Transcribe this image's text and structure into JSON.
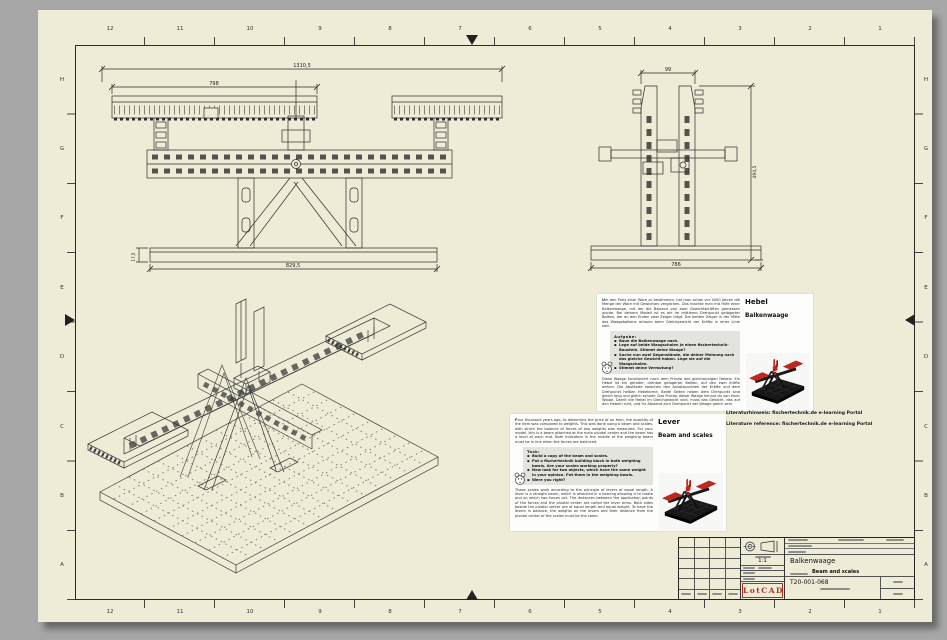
{
  "sheet": {
    "grid_columns": [
      "12",
      "11",
      "10",
      "9",
      "8",
      "7",
      "6",
      "5",
      "4",
      "3",
      "2",
      "1"
    ],
    "grid_rows": [
      "H",
      "G",
      "F",
      "E",
      "D",
      "C",
      "B",
      "A"
    ],
    "paper_color": "#eeebd6",
    "backdrop_color": "#a7a7a7"
  },
  "views": {
    "front": {
      "dim_overall": "1310,5",
      "dim_pan": "798",
      "dim_base_len": "829,5",
      "dim_base_h": "17,5"
    },
    "side": {
      "dim_width": "99",
      "dim_height": "494,5",
      "dim_base": "786"
    }
  },
  "panels": {
    "german": {
      "title": "Hebel",
      "subtitle": "Balkenwaage",
      "intro": "Um den Preis einer Ware zu bestimmen, hat man schon vor 4000 Jahren die Menge der Ware mit Gewichten verglichen. Das machte man mit Hilfe einer Balkenwaage, mit der die Balance von zwei Gewichtskräften gemessen wurde. Bei deinem Modell ist es ein im mittleren Drehpunkt gelagerter Balken, der an den Enden zwei Zeiger trägt. Die beiden Zeiger in der Mitte des Waagebalkens müssen beim Gleichgewicht der Kräfte in einer Linie sein.",
      "task_label": "Aufgabe:",
      "tasks": [
        "Baue die Balkenwaage nach.",
        "Lege auf beide Waagschalen je einen fischertechnik-Baustein. Stimmt deine Waage?",
        "Suche nun zwei Gegenstände, die deiner Meinung nach das gleiche Gewicht haben. Lege sie auf die Waagschalen.",
        "Stimmt deine Vermutung?"
      ],
      "body": "Diese Waage funktioniert nach dem Prinzip des gleicharmigen Hebels. Ein Hebel ist ein gerader, drehbar gelagerter Balken, auf den zwei Kräfte wirken. Die Abstände zwischen den Ansatzpunkten der Kräfte und dem Drehpunkt heißen Hebelarme. Beide Seiten neben dem Drehpunkt sind gleich lang und gleich schwer. Das Prinzip dieser Waage kennst du von einer Wippe. Damit die Hebel im Gleichgewicht sind, muss das Gewicht, das auf den Hebeln ruht, und ihr Abstand zum Drehpunkt der Waage gleich sein."
    },
    "english": {
      "title": "Lever",
      "subtitle": "Beam and scales",
      "intro": "Four thousand years ago, to determine the price of an item, the quantity of the item was compared to weights. This was done using a beam and scales, with which the balance of forces of two weights was measured. For your model, this is a beam attached at the main pivotal center and the beam has a level at each end. Both indicators in the middle of the weighing beam must be in line when the forces are balanced.",
      "task_label": "Task:",
      "tasks": [
        "Build a copy of the beam and scales.",
        "Put a fischertechnik building block in both weighing bowls. Are your scales working properly?",
        "Now look for two objects, which have the same weight in your opinion. Put them in the weighing bowls.",
        "Were you right?"
      ],
      "body": "These scales work according to the principle of levers of equal length. A lever is a straight beam, which is attached in a bearing allowing it to rotate and on which two forces act. The distances between the application points of the forces and the pivotal center are called the lever arms. Both sides beside the pivotal center are of equal length and equal weight. To have the levers in balance, the weights on the levers and their distance from the pivotal center of the scales must be the same."
    }
  },
  "references": {
    "de": "Literaturhinweis: fischertechnik.de e-learning Portal",
    "en": "Literature reference: fischertechnik.de e-learning Portal"
  },
  "title_block": {
    "logo": "LotCAD",
    "scale": "1:1",
    "title": "Balkenwaage",
    "subtitle": "Beam and scales",
    "drawing_number": "T20-001-068",
    "accent_red": "#a83226"
  }
}
